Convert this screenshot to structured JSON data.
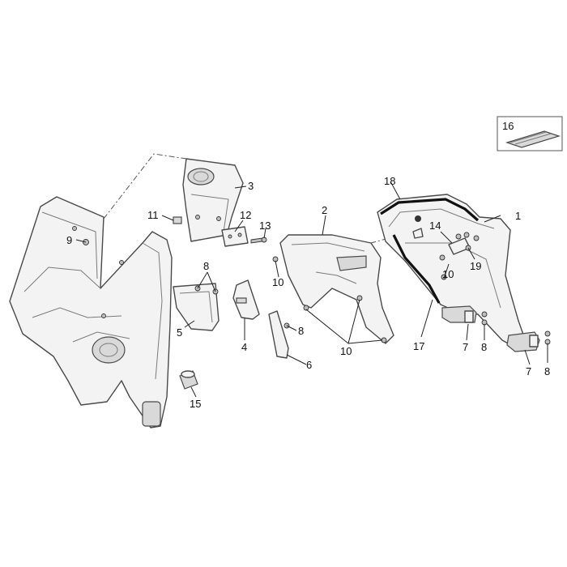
{
  "callouts": [
    {
      "id": "c1",
      "text": "1"
    },
    {
      "id": "c2",
      "text": "2"
    },
    {
      "id": "c3",
      "text": "3"
    },
    {
      "id": "c5",
      "text": "5"
    },
    {
      "id": "c4",
      "text": "4"
    },
    {
      "id": "c6",
      "text": "6"
    },
    {
      "id": "c7a",
      "text": "7"
    },
    {
      "id": "c7b",
      "text": "7"
    },
    {
      "id": "c8a",
      "text": "8"
    },
    {
      "id": "c8b",
      "text": "8"
    },
    {
      "id": "c8c",
      "text": "8"
    },
    {
      "id": "c8d",
      "text": "8"
    },
    {
      "id": "c9",
      "text": "9"
    },
    {
      "id": "c10a",
      "text": "10"
    },
    {
      "id": "c10b",
      "text": "10"
    },
    {
      "id": "c10c",
      "text": "10"
    },
    {
      "id": "c11",
      "text": "11"
    },
    {
      "id": "c12",
      "text": "12"
    },
    {
      "id": "c13",
      "text": "13"
    },
    {
      "id": "c14",
      "text": "14"
    },
    {
      "id": "c15",
      "text": "15"
    },
    {
      "id": "c16",
      "text": "16"
    },
    {
      "id": "c17",
      "text": "17"
    },
    {
      "id": "c18",
      "text": "18"
    },
    {
      "id": "c19",
      "text": "19"
    }
  ]
}
